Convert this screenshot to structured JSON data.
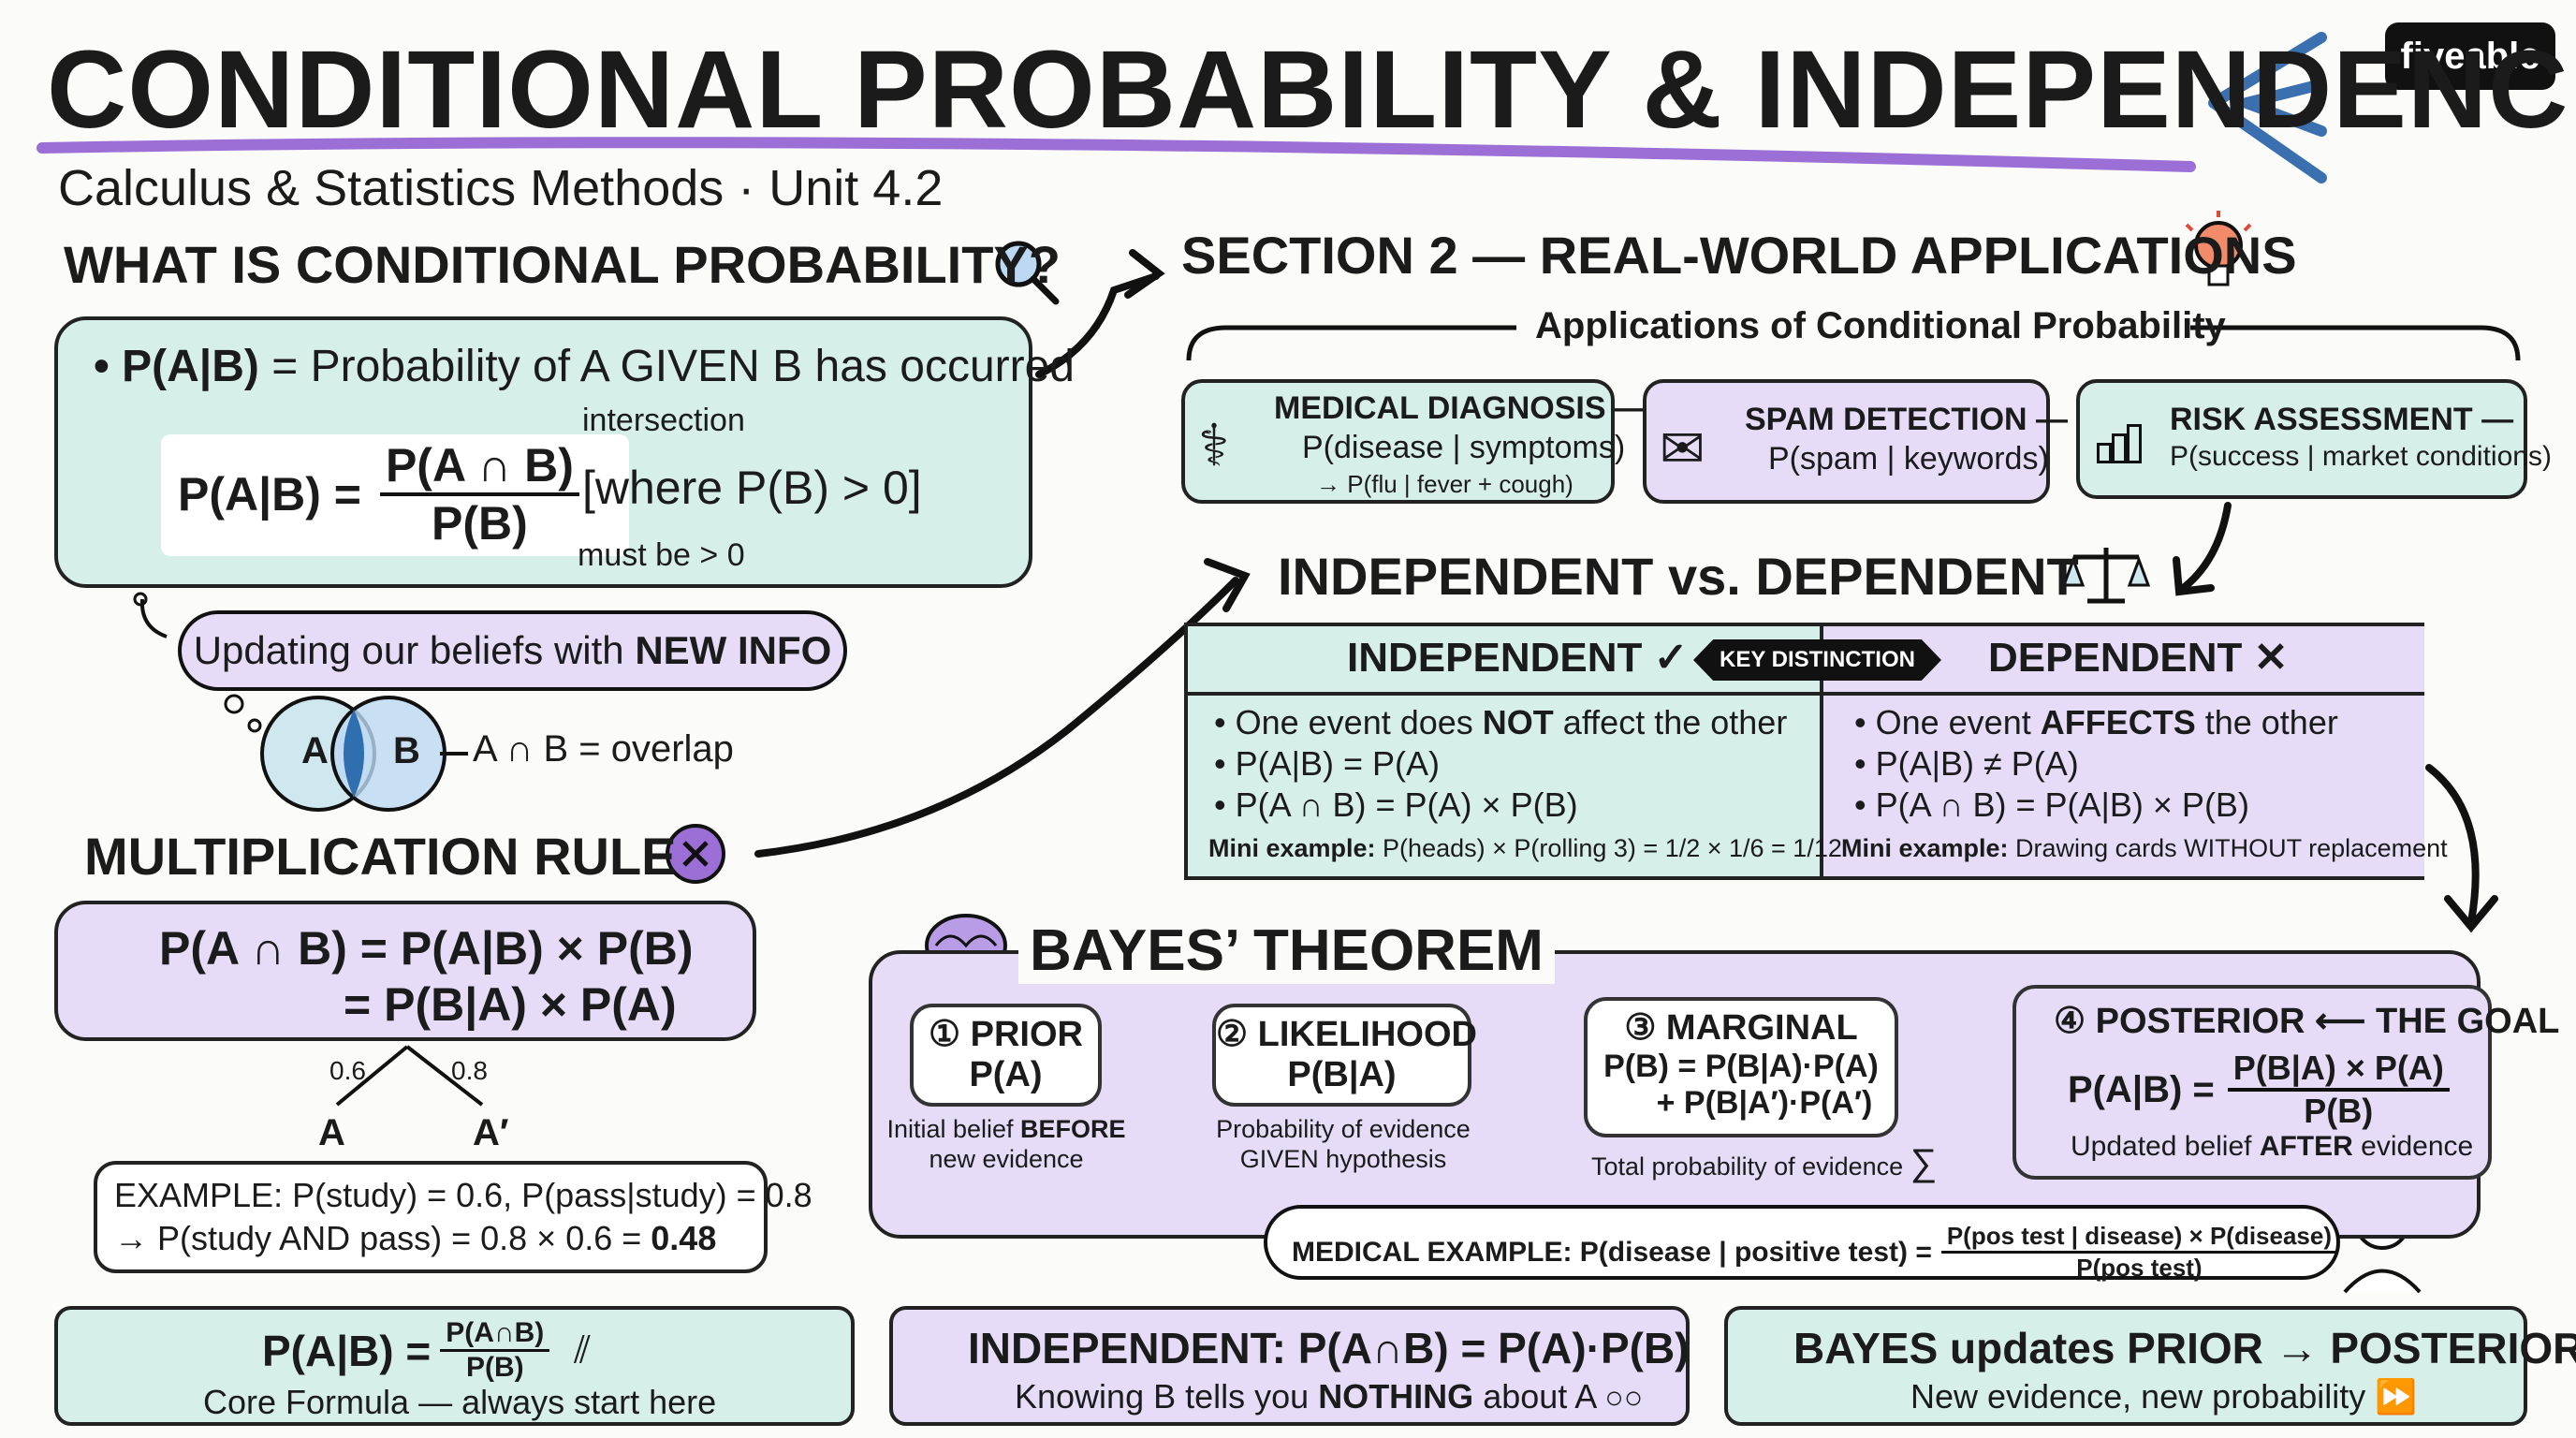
{
  "header": {
    "title": "CONDITIONAL PROBABILITY & INDEPENDENCE",
    "subtitle": "Calculus & Statistics Methods · Unit 4.2",
    "brand": "fiveable"
  },
  "conditional": {
    "heading": "WHAT IS CONDITIONAL PROBABILITY?",
    "definition_term": "• P(A|B)",
    "definition_text": " = Probability of A GIVEN B has occurred",
    "formula_lhs": "P(A|B) =",
    "formula_num": "P(A ∩ B)",
    "formula_den": "P(B)",
    "formula_cond": "[where P(B) > 0]",
    "note_intersection": "intersection",
    "note_must": "must be > 0",
    "thought_prefix": "Updating our beliefs with ",
    "thought_bold": "NEW INFO",
    "venn_a": "A",
    "venn_b": "B",
    "venn_label": "A ∩ B = overlap"
  },
  "multiplication": {
    "heading": "MULTIPLICATION RULE",
    "line1": "P(A ∩ B) = P(A|B) × P(B)",
    "line2": "= P(B|A) × P(A)",
    "tree_left_prob": "0.6",
    "tree_right_prob": "0.8",
    "tree_left": "A",
    "tree_right": "A′",
    "example_line1": "EXAMPLE: P(study) = 0.6, P(pass|study) = 0.8",
    "example_line2_prefix": "→ P(study AND pass) = 0.8 × 0.6 = ",
    "example_answer": "0.48"
  },
  "applications": {
    "heading": "SECTION 2 — REAL-WORLD APPLICATIONS",
    "subheading": "Applications of Conditional Probability",
    "items": [
      {
        "title": "MEDICAL DIAGNOSIS —",
        "formula": "P(disease | symptoms)",
        "example": "→ P(flu | fever + cough)",
        "icon": "stethoscope-icon"
      },
      {
        "title": "SPAM DETECTION —",
        "formula": "P(spam | keywords)",
        "icon": "envelope-icon"
      },
      {
        "title": "RISK ASSESSMENT —",
        "formula": "P(success | market conditions)",
        "icon": "bar-chart-icon"
      }
    ]
  },
  "comparison": {
    "heading": "INDEPENDENT vs. DEPENDENT",
    "key": "KEY DISTINCTION",
    "independent": {
      "title": "INDEPENDENT",
      "mark": "✓",
      "b1_pre": "• One event does ",
      "b1_bold": "NOT",
      "b1_post": " affect the other",
      "b2": "• P(A|B) = P(A)",
      "b3": "• P(A ∩ B) = P(A) × P(B)",
      "mini_label": "Mini example:",
      "mini": " P(heads) × P(rolling 3) = 1/2 × 1/6 = 1/12"
    },
    "dependent": {
      "title": "DEPENDENT",
      "mark": "✕",
      "b1_pre": "• One event ",
      "b1_bold": "AFFECTS",
      "b1_post": " the other",
      "b2": "• P(A|B) ≠ P(A)",
      "b3": "• P(A ∩ B) = P(A|B) × P(B)",
      "mini_label": "Mini example:",
      "mini": " Drawing cards WITHOUT replacement"
    }
  },
  "bayes": {
    "heading": "BAYES’ THEOREM",
    "prior": {
      "title": "① PRIOR",
      "formula": "P(A)",
      "caption_pre": "Initial belief ",
      "caption_bold": "BEFORE",
      "caption_post": "new evidence"
    },
    "likelihood": {
      "title": "② LIKELIHOOD",
      "formula": "P(B|A)",
      "caption_1": "Probability of evidence",
      "caption_2": "GIVEN hypothesis"
    },
    "marginal": {
      "title": "③ MARGINAL",
      "line1": "P(B) = P(B|A)·P(A)",
      "line2": "+ P(B|A′)·P(A′)",
      "caption": "Total probability of evidence",
      "sigma": "∑"
    },
    "posterior": {
      "title": "④ POSTERIOR ⟵ THE GOAL",
      "lhs": "P(A|B) =",
      "num": "P(B|A) × P(A)",
      "den": "P(B)",
      "caption_pre": "Updated belief ",
      "caption_bold": "AFTER",
      "caption_post": " evidence"
    },
    "medical_lhs": "MEDICAL EXAMPLE: P(disease | positive test) =",
    "medical_num": "P(pos test | disease) × P(disease)",
    "medical_den": "P(pos test)"
  },
  "summaries": [
    {
      "num": "P(A∩B)",
      "den": "P(B)",
      "lhs": "P(A|B) =",
      "caption": "Core Formula — always start here"
    },
    {
      "title": "INDEPENDENT: P(A∩B) = P(A)·P(B)",
      "caption_pre": "Knowing B tells you ",
      "caption_bold": "NOTHING",
      "caption_post": " about A"
    },
    {
      "title": "BAYES updates PRIOR → POSTERIOR",
      "caption": "New evidence, new probability"
    }
  ],
  "colors": {
    "teal": "#d7efe9",
    "purple": "#e6dcf8",
    "accent_purple": "#9b6fd6",
    "red": "#e04b3a"
  }
}
